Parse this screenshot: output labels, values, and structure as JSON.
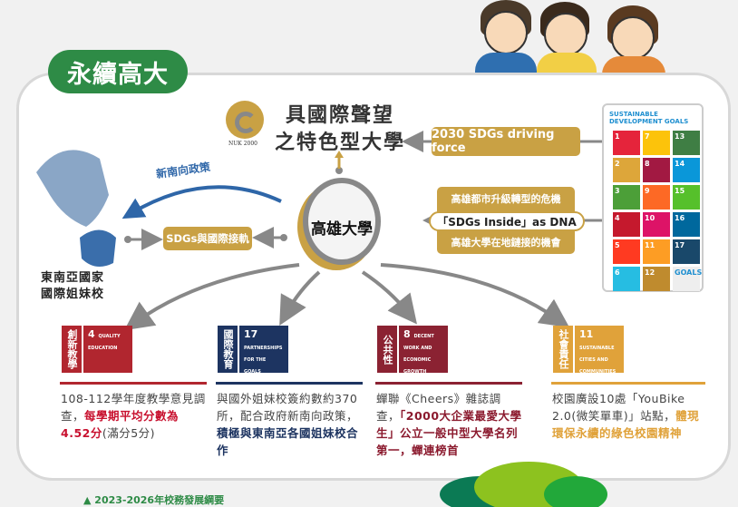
{
  "header": {
    "tab_title": "永續高大"
  },
  "center": {
    "label": "高雄大學",
    "logo_text": "NUK 2000"
  },
  "top_goal": {
    "line1": "具國際聲望",
    "line2": "之特色型大學"
  },
  "right_inputs": {
    "driving_force": "2030 SDGs driving force",
    "crisis": "高雄都市升級轉型的危機",
    "dna": "「SDGs Inside」as DNA",
    "opportunity": "高雄大學在地鏈接的機會"
  },
  "left": {
    "policy": "新南向政策",
    "sdgs_link": "SDGs與國際接軌",
    "region_line1": "東南亞國家",
    "region_line2": "國際姐妹校"
  },
  "sdg_panel": {
    "title": "SUSTAINABLE DEVELOPMENT GOALS",
    "tiles": [
      {
        "n": "1",
        "c": "#e5243b"
      },
      {
        "n": "7",
        "c": "#fcc30b"
      },
      {
        "n": "13",
        "c": "#3f7e44"
      },
      {
        "n": "2",
        "c": "#dda63a"
      },
      {
        "n": "8",
        "c": "#a21942"
      },
      {
        "n": "14",
        "c": "#0a97d9"
      },
      {
        "n": "3",
        "c": "#4c9f38"
      },
      {
        "n": "9",
        "c": "#fd6925"
      },
      {
        "n": "15",
        "c": "#56c02b"
      },
      {
        "n": "4",
        "c": "#c5192d"
      },
      {
        "n": "10",
        "c": "#dd1367"
      },
      {
        "n": "16",
        "c": "#00689d"
      },
      {
        "n": "5",
        "c": "#ff3a21"
      },
      {
        "n": "11",
        "c": "#fd9d24"
      },
      {
        "n": "17",
        "c": "#19486a"
      },
      {
        "n": "6",
        "c": "#26bde2"
      },
      {
        "n": "12",
        "c": "#bf8b2e"
      },
      {
        "n": "GOALS",
        "c": "#eeeeee"
      }
    ]
  },
  "pillars": [
    {
      "side": "創新教學",
      "num": "4",
      "goal": "QUALITY EDUCATION",
      "color": "#b1262f",
      "text1": "108-112學年度教學意見調查，",
      "hl": "每學期平均分數為4.52分",
      "text2": "(滿分5分)",
      "hlcolor": "#c8102e"
    },
    {
      "side": "國際教育",
      "num": "17",
      "goal": "PARTNERSHIPS FOR THE GOALS",
      "color": "#1d3461",
      "text1": "與國外姐妹校簽約數約370所，配合政府新南向政策，",
      "hl": "積極與東南亞各國姐妹校合作",
      "text2": "",
      "hlcolor": "#1d3461"
    },
    {
      "side": "公共性",
      "num": "8",
      "goal": "DECENT WORK AND ECONOMIC GROWTH",
      "color": "#8b2232",
      "text1": "蟬聯《Cheers》雜誌調查，",
      "hl": "「2000大企業最愛大學生」公立一般中型大學名列第一，蟬連榜首",
      "text2": "",
      "hlcolor": "#8b1a2e"
    },
    {
      "side": "社會責任",
      "num": "11",
      "goal": "SUSTAINABLE CITIES AND COMMUNITIES",
      "color": "#e0a23a",
      "text1": "校園廣設10處「YouBike 2.0(微笑單車)」站點，",
      "hl": "體現環保永續的綠色校園精神",
      "text2": "",
      "hlcolor": "#e0a23a"
    }
  ],
  "footer": "▲ 2023-2026年校務發展綱要"
}
